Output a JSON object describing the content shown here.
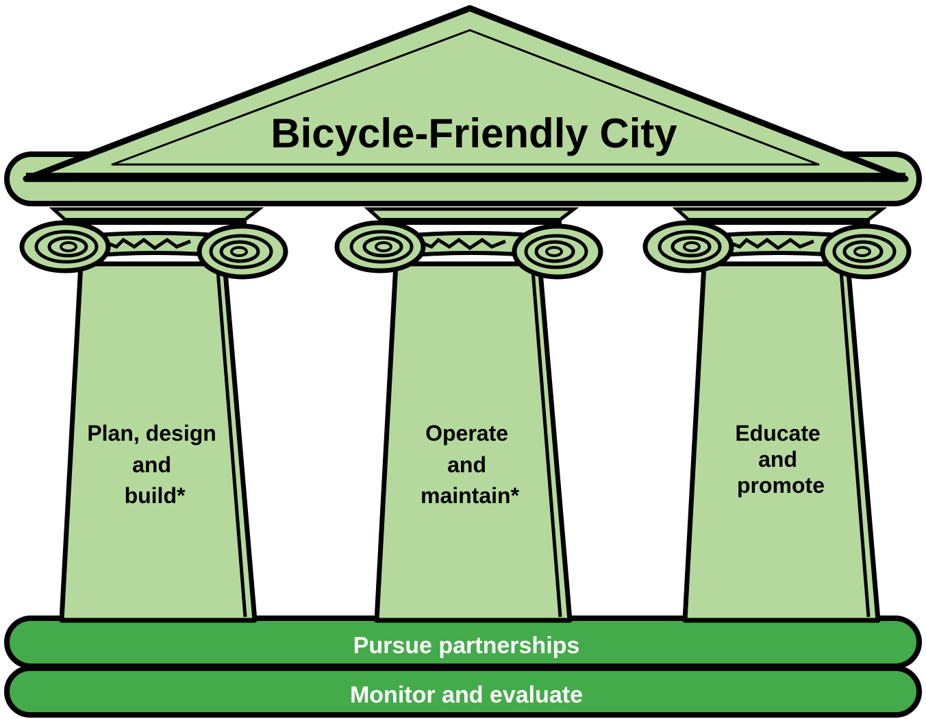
{
  "title": "Bicycle-Friendly City",
  "pillars": [
    {
      "lines": [
        "Plan, design",
        "and",
        "build*"
      ]
    },
    {
      "lines": [
        "Operate",
        "and",
        "maintain*"
      ]
    },
    {
      "lines": [
        "Educate",
        "and",
        "promote"
      ]
    }
  ],
  "foundations": [
    {
      "label": "Pursue partnerships"
    },
    {
      "label": "Monitor and evaluate"
    }
  ],
  "colors": {
    "pillar_fill": "#b5d99c",
    "base_fill": "#43ab4a",
    "outline": "#000000",
    "base_text": "#ffffff"
  }
}
